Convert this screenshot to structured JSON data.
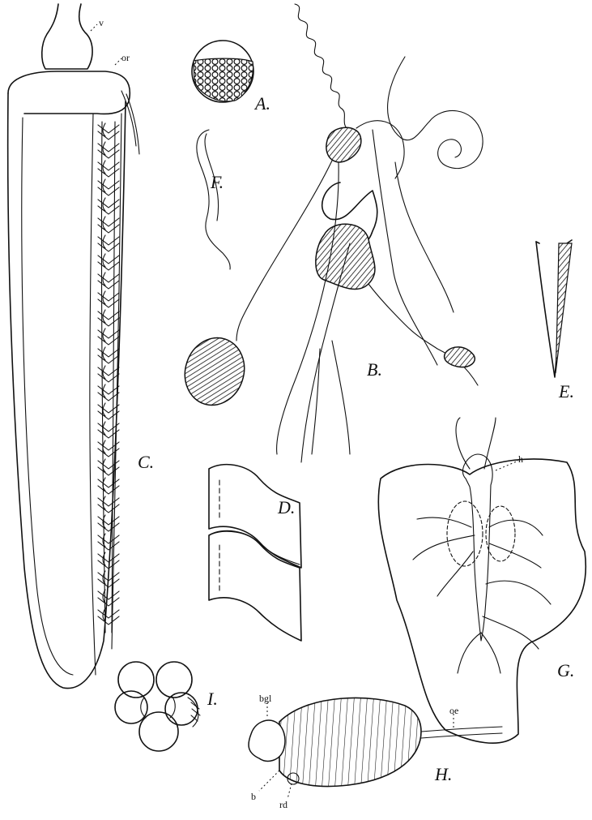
{
  "figures": {
    "A": "A.",
    "B": "B.",
    "C": "C.",
    "D": "D.",
    "E": "E.",
    "F": "F.",
    "G": "G.",
    "H": "H.",
    "I": "I."
  },
  "parts": {
    "v": "v",
    "or": "or",
    "h": "h",
    "bgl": "bgl",
    "oe": "oe",
    "b": "b",
    "rd": "rd"
  }
}
